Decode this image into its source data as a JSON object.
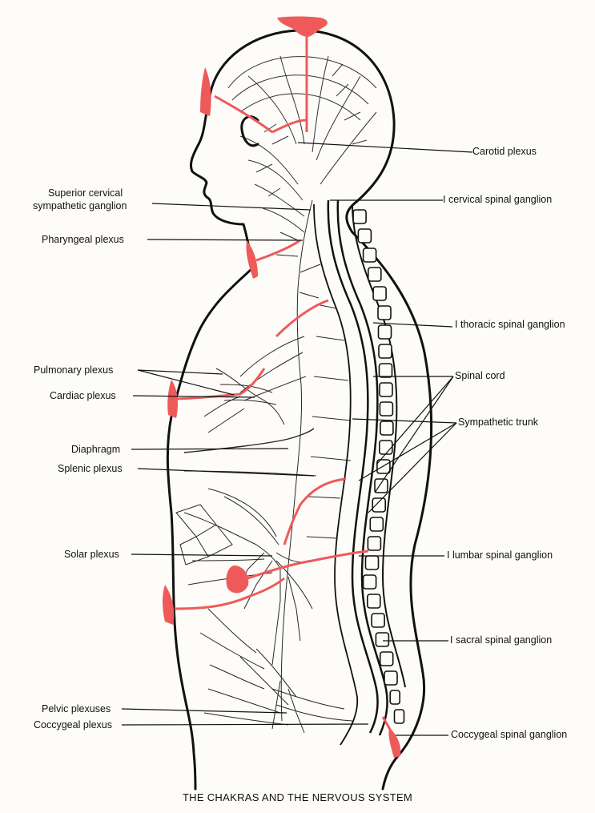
{
  "caption": "THE CHAKRAS AND THE NERVOUS SYSTEM",
  "colors": {
    "ink": "#111111",
    "chakra_red": "#ee5a5a",
    "paper": "#fdfcf8"
  },
  "labels": {
    "carotid_plexus": "Carotid plexus",
    "superior_cervical_1": "Superior cervical",
    "superior_cervical_2": "sympathetic ganglion",
    "cervical_spinal_ganglion": "I cervical spinal ganglion",
    "pharyngeal_plexus": "Pharyngeal plexus",
    "thoracic_spinal_ganglion": "I thoracic spinal  ganglion",
    "pulmonary_plexus": "Pulmonary plexus",
    "spinal_cord": "Spinal cord",
    "cardiac_plexus": "Cardiac plexus",
    "sympathetic_trunk": "Sympathetic trunk",
    "diaphragm": "Diaphragm",
    "splenic_plexus": "Splenic plexus",
    "solar_plexus": "Solar plexus",
    "lumbar_spinal_ganglion": "I lumbar spinal ganglion",
    "sacral_spinal_ganglion": "I sacral spinal ganglion",
    "pelvic_plexuses": "Pelvic plexuses",
    "coccygeal_plexus": "Coccygeal plexus",
    "coccygeal_spinal_ganglion": "Coccygeal spinal ganglion"
  }
}
